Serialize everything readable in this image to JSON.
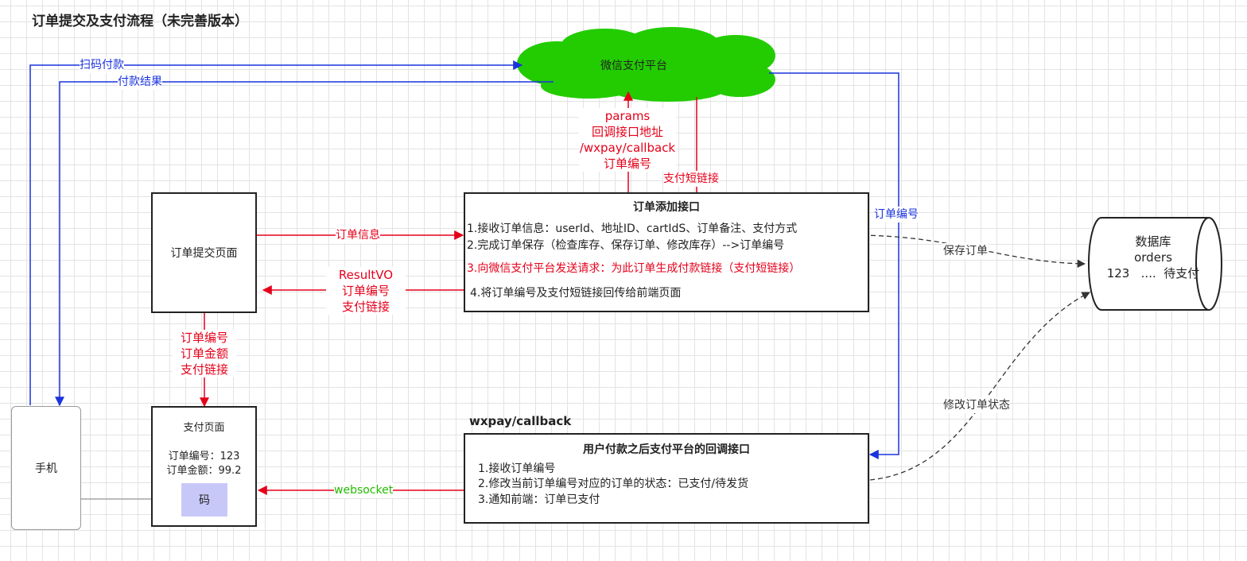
{
  "title": "订单提交及支付流程（未完善版本）",
  "nodes": {
    "wechat_platform": "微信支付平台",
    "phone": "手机",
    "order_submit_page": "订单提交页面",
    "pay_page": {
      "title": "支付页面",
      "order_no_line": "订单编号：123",
      "amount_line": "订单金额：99.2",
      "qr_label": "码"
    },
    "add_order_api": {
      "title": "订单添加接口",
      "steps": [
        "1.接收订单信息：userId、地址ID、cartIdS、订单备注、支付方式",
        "2.完成订单保存（检查库存、保存订单、修改库存）-->订单编号",
        "3.向微信支付平台发送请求：为此订单生成付款链接（支付短链接）",
        "4.将订单编号及支付短链接回传给前端页面"
      ]
    },
    "callback_path": "wxpay/callback",
    "callback_api": {
      "title": "用户付款之后支付平台的回调接口",
      "steps": [
        "1.接收订单编号",
        "2.修改当前订单编号对应的订单的状态：已支付/待发货",
        "3.通知前端：订单已支付"
      ]
    },
    "database": {
      "line1": "数据库",
      "line2": "orders",
      "line3": "123   ....  待支付"
    }
  },
  "edge_labels": {
    "scan_pay": "扫码付款",
    "pay_result": "付款结果",
    "params_lines": [
      "params",
      "回调接口地址",
      "/wxpay/callback",
      "订单编号"
    ],
    "short_link": "支付短链接",
    "order_no_to_callback": "订单编号",
    "order_info": "订单信息",
    "result_lines": [
      "ResultVO",
      "订单编号",
      "支付链接"
    ],
    "to_pay_page_lines": [
      "订单编号",
      "订单金额",
      "支付链接"
    ],
    "save_order": "保存订单",
    "update_status": "修改订单状态",
    "websocket": "websocket"
  },
  "colors": {
    "cloud_fill": "#22cc00",
    "red": "#e5001a",
    "blue": "#1a33dd",
    "green": "#22bb00",
    "qr_fill": "#c8c8f8",
    "gray": "#aaaaaa",
    "dark": "#333333"
  }
}
